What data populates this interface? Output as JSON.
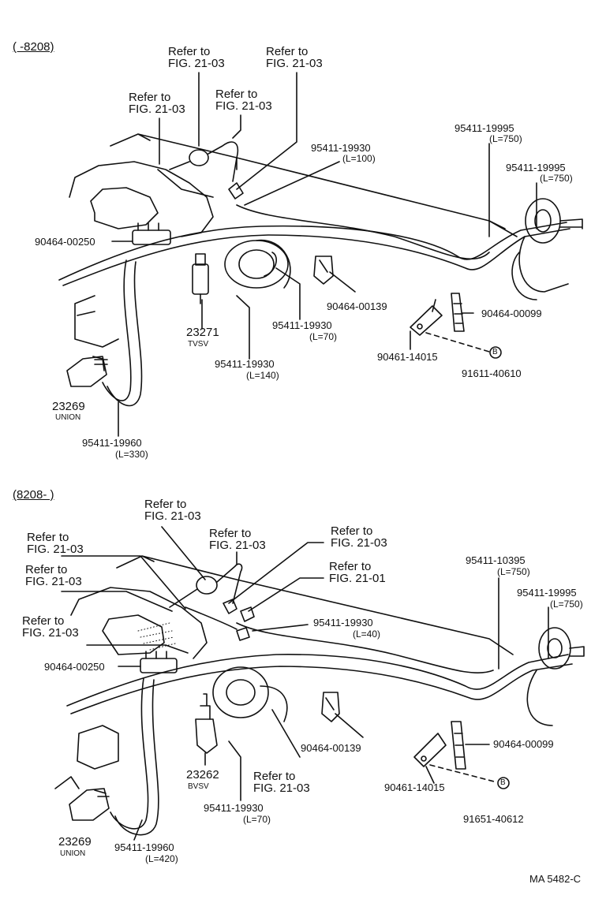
{
  "drawing_code": "MA  5482-C",
  "sections": [
    {
      "range": "(      -8208)",
      "refs": [
        {
          "l1": "Refer to",
          "l2": "FIG. 21-03"
        },
        {
          "l1": "Refer to",
          "l2": "FIG. 21-03"
        },
        {
          "l1": "Refer to",
          "l2": "FIG. 21-03"
        },
        {
          "l1": "Refer to",
          "l2": "FIG. 21-03"
        }
      ],
      "parts": {
        "p1": "95411-19995",
        "p1b": "(L=750)",
        "p2": "95411-19995",
        "p2b": "(L=750)",
        "p3": "95411-19930",
        "p3b": "(L=100)",
        "p4": "90464-00250",
        "p5": "90464-00139",
        "p6": "90464-00099",
        "p7": "95411-19930",
        "p7b": "(L=70)",
        "p8": "23271",
        "p8b": "TVSV",
        "p9": "90461-14015",
        "p10": "91611-40610",
        "p11": "95411-19930",
        "p11b": "(L=140)",
        "p12": "23269",
        "p12b": "UNION",
        "p13": "95411-19960",
        "p13b": "(L=330)",
        "bolt": "B"
      }
    },
    {
      "range": "(8208-        )",
      "refs": [
        {
          "l1": "Refer to",
          "l2": "FIG. 21-03"
        },
        {
          "l1": "Refer to",
          "l2": "FIG. 21-03"
        },
        {
          "l1": "Refer to",
          "l2": "FIG. 21-03"
        },
        {
          "l1": "Refer to",
          "l2": "FIG. 21-03"
        },
        {
          "l1": "Refer to",
          "l2": "FIG. 21-01"
        },
        {
          "l1": "Refer to",
          "l2": "FIG. 21-03"
        },
        {
          "l1": "Refer to",
          "l2": "FIG. 21-03"
        }
      ],
      "parts": {
        "p1": "95411-10395",
        "p1b": "(L=750)",
        "p2": "95411-19995",
        "p2b": "(L=750)",
        "p3": "95411-19930",
        "p3b": "(L=40)",
        "p4": "90464-00250",
        "p5": "90464-00139",
        "p6": "90464-00099",
        "p7": "90461-14015",
        "p8": "23262",
        "p8b": "BVSV",
        "p9": "91651-40612",
        "p10": "95411-19930",
        "p10b": "(L=70)",
        "p11": "23269",
        "p11b": "UNION",
        "p12": "95411-19960",
        "p12b": "(L=420)",
        "bolt": "B"
      }
    }
  ]
}
